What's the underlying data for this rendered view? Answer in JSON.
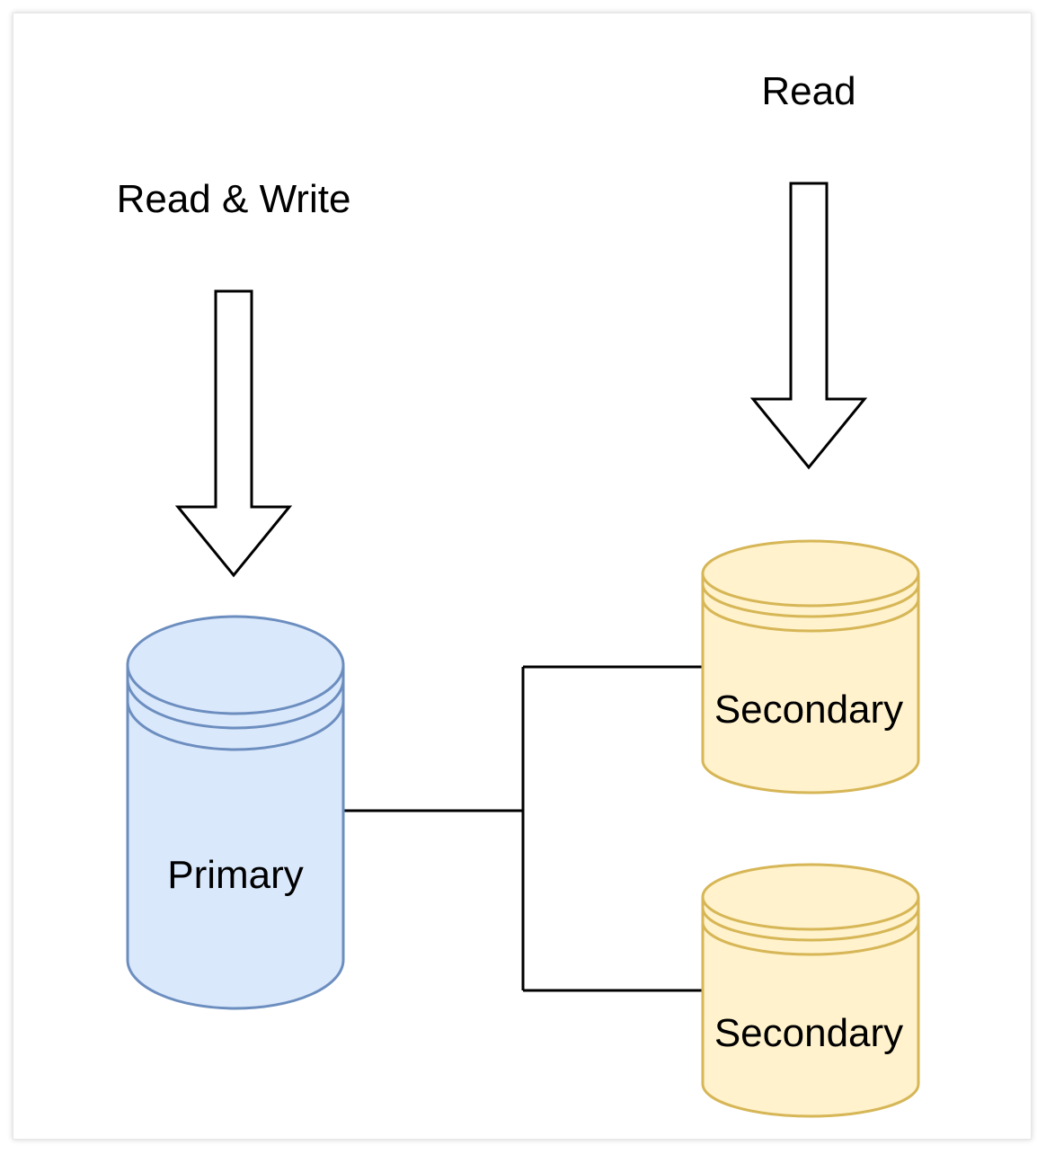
{
  "labels": {
    "read_write": "Read & Write",
    "read": "Read"
  },
  "nodes": {
    "primary": {
      "label": "Primary"
    },
    "secondary_1": {
      "label": "Secondary"
    },
    "secondary_2": {
      "label": "Secondary"
    }
  },
  "colors": {
    "primary_fill": "#dae8fc",
    "primary_stroke": "#6c8ebf",
    "secondary_fill": "#fff2cc",
    "secondary_stroke": "#d6b656",
    "line": "#000000"
  }
}
